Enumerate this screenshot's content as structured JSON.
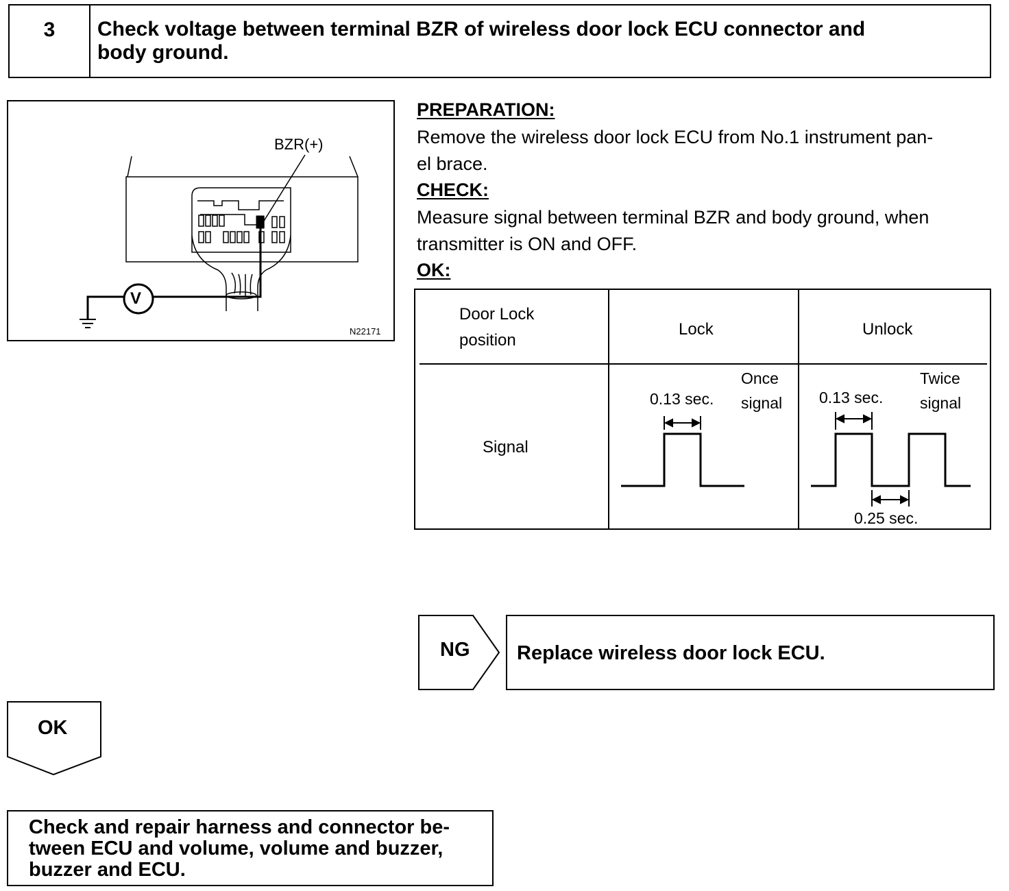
{
  "step": {
    "number": "3",
    "title_line1": "Check voltage between terminal BZR of wireless door lock ECU connector and",
    "title_line2": "body ground."
  },
  "figure": {
    "terminal_label": "BZR(+)",
    "meter_symbol": "V",
    "figure_code": "N22171"
  },
  "preparation": {
    "heading": "PREPARATION:",
    "line1": "Remove the wireless door lock ECU from No.1 instrument pan-",
    "line2": "el brace."
  },
  "check": {
    "heading": "CHECK:",
    "line1": "Measure signal between terminal BZR and body ground, when",
    "line2": "transmitter is ON and OFF."
  },
  "ok_spec": {
    "heading": "OK:",
    "table": {
      "header_col1_line1": "Door Lock",
      "header_col1_line2": "position",
      "header_col2": "Lock",
      "header_col3": "Unlock",
      "row_label": "Signal",
      "lock_cell": {
        "pulse_width": "0.13 sec.",
        "note_line1": "Once",
        "note_line2": "signal"
      },
      "unlock_cell": {
        "pulse_width": "0.13 sec.",
        "note_line1": "Twice",
        "note_line2": "signal",
        "gap_width": "0.25 sec."
      }
    }
  },
  "ng_branch": {
    "tab_label": "NG",
    "result": "Replace wireless door lock ECU."
  },
  "ok_branch": {
    "tab_label": "OK",
    "next_line1": "Check and repair harness and connector be-",
    "next_line2": "tween ECU and volume, volume and buzzer,",
    "next_line3": "buzzer and ECU."
  }
}
